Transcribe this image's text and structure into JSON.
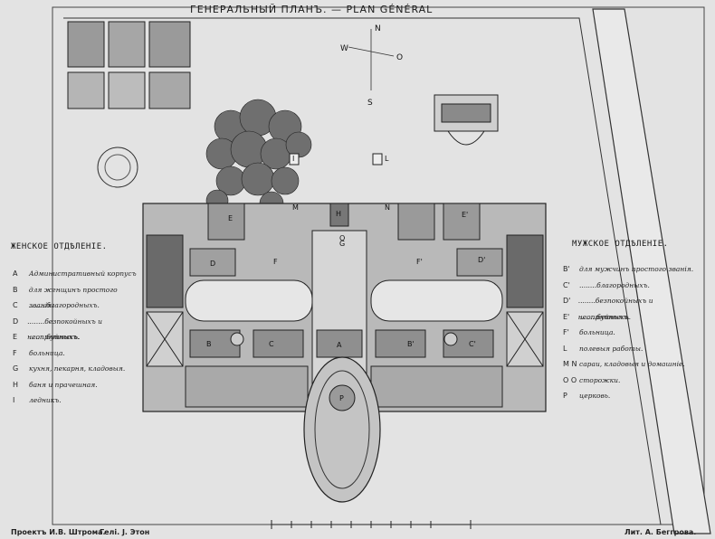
{
  "title": "ГЕНЕРАЛЬНЫЙ ПЛАНЪ. — PLAN GÉNÉRAL",
  "compass": {
    "n": "N",
    "s": "S",
    "w": "W",
    "o": "O"
  },
  "women_section": {
    "heading": "ЖЕНСКОЕ ОТДѢЛЕНІЕ.",
    "items": [
      {
        "key": "A",
        "text": "Административный корпусъ"
      },
      {
        "key": "B",
        "text": "для женщинъ простого званія."
      },
      {
        "key": "C",
        "text": "........благородныхъ."
      },
      {
        "key": "D",
        "text": "........безпокойныхъ и неопрятныхъ."
      },
      {
        "key": "E",
        "text": "........буйныхъ."
      },
      {
        "key": "F",
        "text": "больница."
      },
      {
        "key": "G",
        "text": "кухня, пекарня, кладовыя."
      },
      {
        "key": "H",
        "text": "баня и прачешная."
      },
      {
        "key": "I",
        "text": "ледникъ."
      }
    ]
  },
  "men_section": {
    "heading": "МУЖСКОЕ ОТДѢЛЕНІЕ.",
    "items": [
      {
        "key": "B'",
        "text": "для мужчинъ простого званія."
      },
      {
        "key": "C'",
        "text": "........благородныхъ."
      },
      {
        "key": "D'",
        "text": "........безпокойныхъ и неопрятныхъ."
      },
      {
        "key": "E'",
        "text": "........буйныхъ."
      },
      {
        "key": "F'",
        "text": "больница."
      },
      {
        "key": "L",
        "text": "полевыя работы."
      },
      {
        "key": "M N",
        "text": "сараи, кладовыя и домашніе."
      },
      {
        "key": "O O",
        "text": "сторожки."
      },
      {
        "key": "P",
        "text": "церковь."
      }
    ]
  },
  "plan_letters": [
    "A",
    "B",
    "C",
    "D",
    "E",
    "F",
    "G",
    "H",
    "I",
    "B'",
    "C'",
    "D'",
    "E'",
    "F'",
    "L",
    "M",
    "N",
    "O",
    "P"
  ],
  "credits": {
    "left": "Проектъ И.В. Штрома.",
    "middle": "Гелі. J. Этон",
    "right": "Лит. А. Беггрова."
  }
}
